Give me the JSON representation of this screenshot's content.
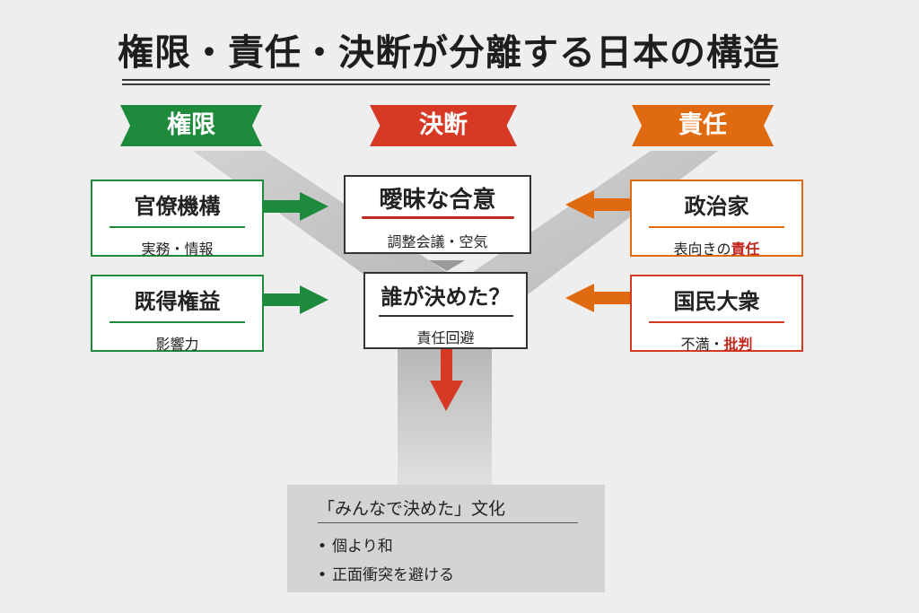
{
  "title": "権限・責任・決断が分離する日本の構造",
  "colors": {
    "green": "#1e8a3c",
    "red": "#d63a24",
    "orange": "#e06a10",
    "dark": "#333333"
  },
  "banners": {
    "authority": "権限",
    "decision": "決断",
    "responsibility": "責任"
  },
  "left": [
    {
      "title": "官僚機構",
      "sub": "実務・情報"
    },
    {
      "title": "既得権益",
      "sub": "影響力"
    }
  ],
  "center": {
    "top": {
      "title": "曖昧な合意",
      "sub": "調整会議・空気"
    },
    "bottom": {
      "title": "誰が決めた？",
      "sub": "責任回避"
    }
  },
  "right": [
    {
      "title": "政治家",
      "sub_prefix": "表向きの",
      "sub_accent": "責任"
    },
    {
      "title": "国民大衆",
      "sub_prefix": "不満・",
      "sub_accent": "批判"
    }
  ],
  "culture": {
    "heading": "「みんなで決めた」文化",
    "bullets": [
      "個より和",
      "正面衝突を避ける"
    ]
  }
}
